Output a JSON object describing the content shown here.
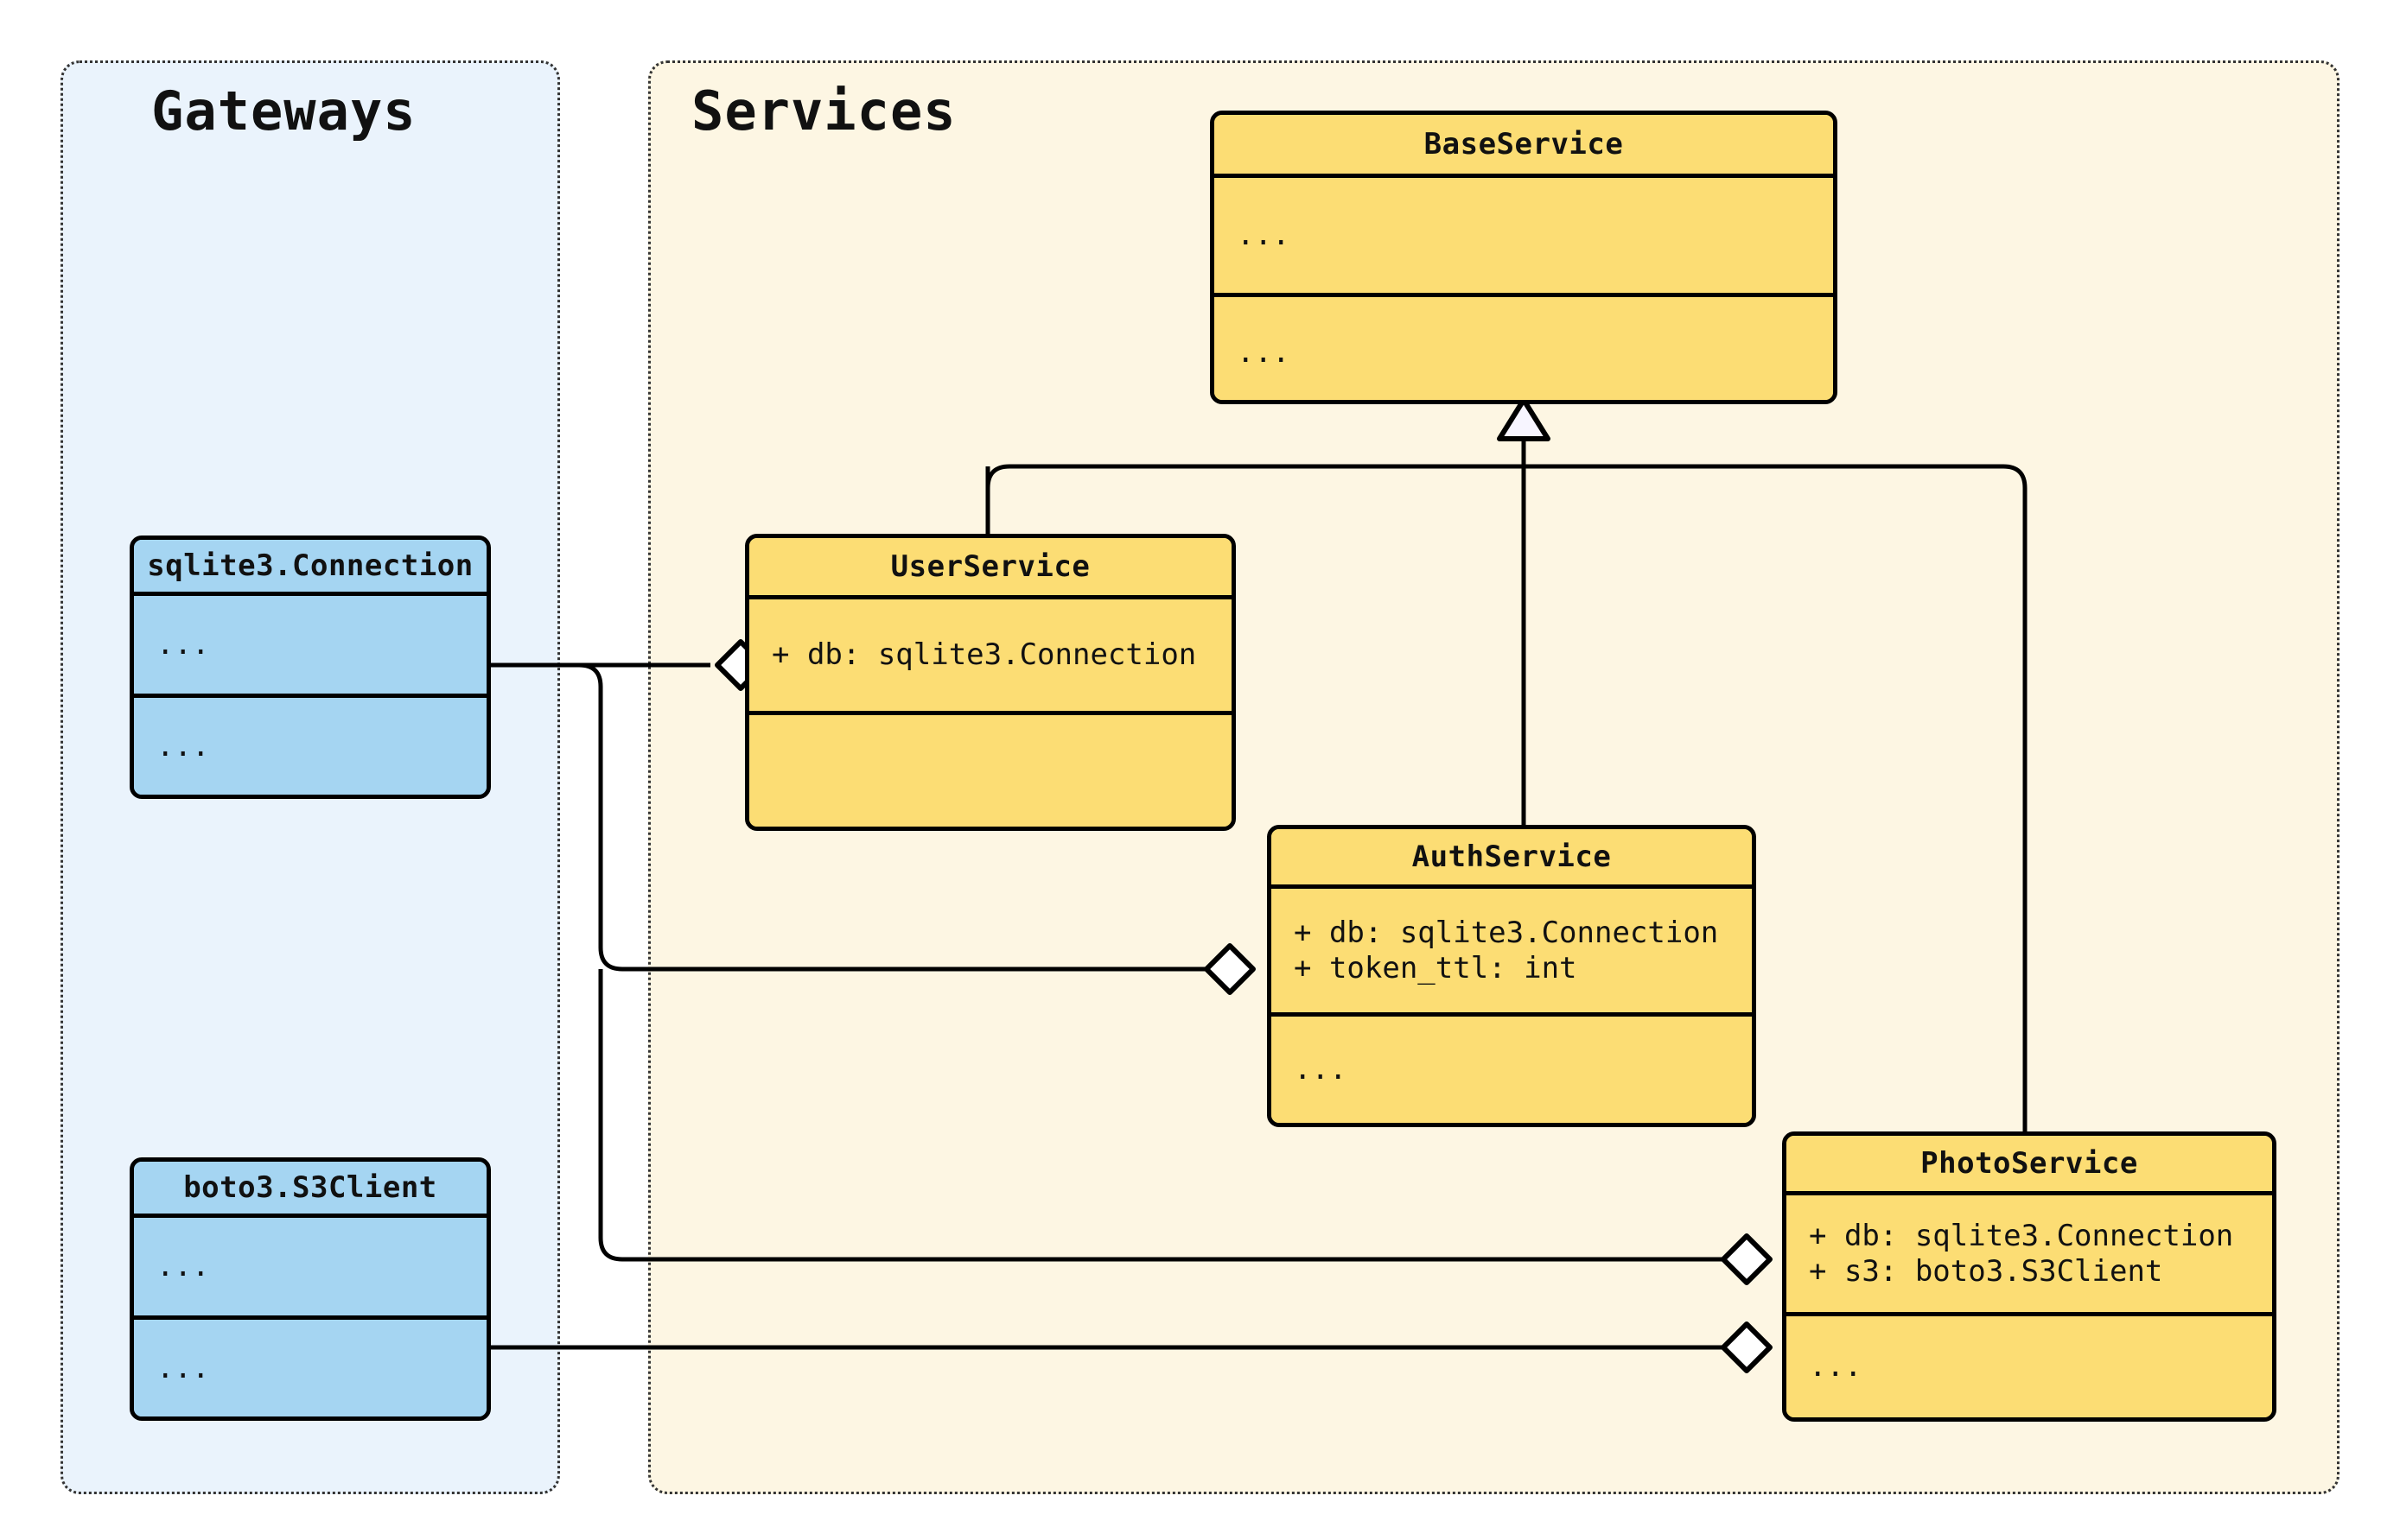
{
  "diagram": {
    "type": "uml-class-diagram",
    "colors": {
      "service_fill": "#fcdd74",
      "gateway_fill": "#a5d5f2",
      "services_panel_bg": "#fdf6e3",
      "gateways_panel_bg": "#eaf3fc",
      "stroke": "#000000",
      "panel_border": "#333333"
    }
  },
  "packages": [
    {
      "name": "gateways-package",
      "title": "Gateways"
    },
    {
      "name": "services-package",
      "title": "Services"
    }
  ],
  "classes": {
    "base_service": {
      "name": "BaseService",
      "attributes": [
        "..."
      ],
      "methods": [
        "..."
      ]
    },
    "user_service": {
      "name": "UserService",
      "attributes": [
        "+ db: sqlite3.Connection"
      ],
      "methods": [
        ""
      ]
    },
    "auth_service": {
      "name": "AuthService",
      "attributes": [
        "+ db: sqlite3.Connection",
        "+ token_ttl: int"
      ],
      "methods": [
        "..."
      ]
    },
    "photo_service": {
      "name": "PhotoService",
      "attributes": [
        "+ db: sqlite3.Connection",
        "+ s3: boto3.S3Client"
      ],
      "methods": [
        "..."
      ]
    },
    "sqlite_connection": {
      "name": "sqlite3.Connection",
      "attributes": [
        "..."
      ],
      "methods": [
        "..."
      ]
    },
    "s3_client": {
      "name": "boto3.S3Client",
      "attributes": [
        "..."
      ],
      "methods": [
        "..."
      ]
    }
  },
  "relationships": [
    {
      "name": "inheritance-userservice-baseservice",
      "kind": "generalization",
      "from": "UserService",
      "to": "BaseService"
    },
    {
      "name": "inheritance-authservice-baseservice",
      "kind": "generalization",
      "from": "AuthService",
      "to": "BaseService"
    },
    {
      "name": "inheritance-photoservice-baseservice",
      "kind": "generalization",
      "from": "PhotoService",
      "to": "BaseService"
    },
    {
      "name": "aggregation-userservice-sqlite",
      "kind": "aggregation",
      "from": "sqlite3.Connection",
      "to": "UserService"
    },
    {
      "name": "aggregation-authservice-sqlite",
      "kind": "aggregation",
      "from": "sqlite3.Connection",
      "to": "AuthService"
    },
    {
      "name": "aggregation-photoservice-sqlite",
      "kind": "aggregation",
      "from": "sqlite3.Connection",
      "to": "PhotoService"
    },
    {
      "name": "aggregation-photoservice-s3",
      "kind": "aggregation",
      "from": "boto3.S3Client",
      "to": "PhotoService"
    }
  ]
}
